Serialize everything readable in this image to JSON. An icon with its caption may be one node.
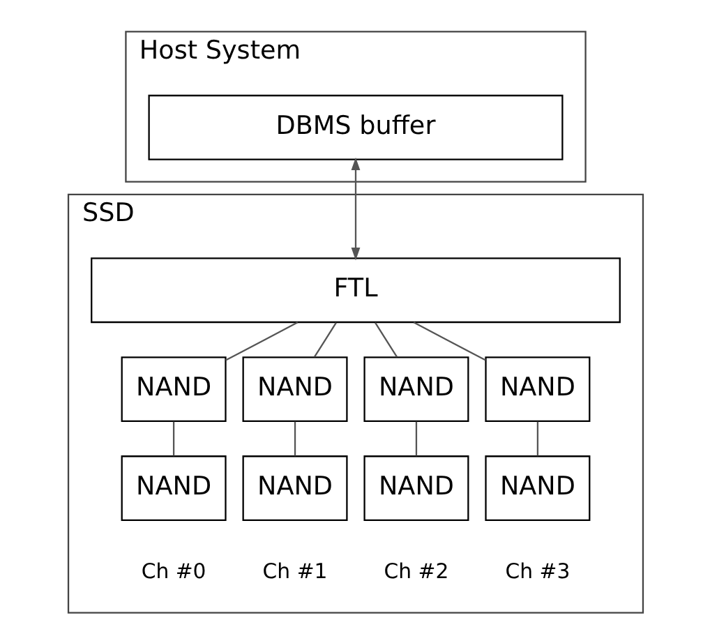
{
  "diagram": {
    "nodes": [
      {
        "text": [
          "Host System"
        ]
      },
      {
        "text": [
          "DBMS buffer"
        ],
        "in": 0
      },
      {
        "text": [
          "SSD"
        ]
      },
      {
        "text": [
          "FTL"
        ],
        "in": 2
      },
      {
        "text": [
          "NAND"
        ],
        "in": 2
      },
      {
        "text": [
          "NAND"
        ],
        "in": 2
      },
      {
        "text": [
          "NAND"
        ],
        "in": 2
      },
      {
        "text": [
          "NAND"
        ],
        "in": 2
      },
      {
        "text": [
          "NAND"
        ],
        "in": 2,
        "beside": [
          "Ch #0"
        ]
      },
      {
        "text": [
          "NAND"
        ],
        "in": 2,
        "beside": [
          "Ch #1"
        ]
      },
      {
        "text": [
          "NAND"
        ],
        "in": 2,
        "beside": [
          "Ch #2"
        ]
      },
      {
        "text": [
          "NAND"
        ],
        "in": 2,
        "beside": [
          "Ch #3"
        ]
      }
    ],
    "edges": [
      {
        "from": 1,
        "to": 3,
        "arrow": "both"
      },
      {
        "from": 3,
        "to": 4,
        "arrow": "none"
      },
      {
        "from": 3,
        "to": 5,
        "arrow": "none"
      },
      {
        "from": 3,
        "to": 6,
        "arrow": "none"
      },
      {
        "from": 3,
        "to": 7,
        "arrow": "none"
      },
      {
        "from": 4,
        "to": 8,
        "arrow": "none"
      },
      {
        "from": 5,
        "to": 9,
        "arrow": "none"
      },
      {
        "from": 6,
        "to": 10,
        "arrow": "none"
      },
      {
        "from": 7,
        "to": 11,
        "arrow": "none"
      }
    ]
  }
}
